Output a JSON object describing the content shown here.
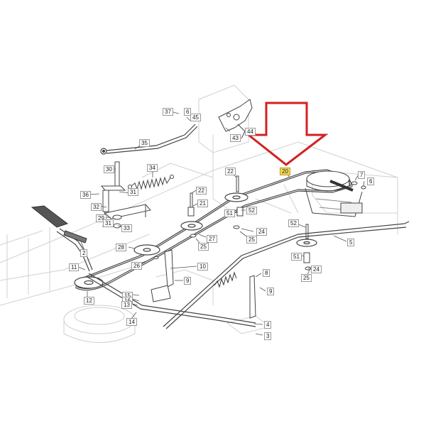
{
  "diagram": {
    "highlight_color": "#f3d95a",
    "arrow_color": "#d42020",
    "arrow_icon": "down-arrow-icon",
    "callouts": [
      {
        "id": "c37",
        "label": "37"
      },
      {
        "id": "c6a",
        "label": "6"
      },
      {
        "id": "c45",
        "label": "45"
      },
      {
        "id": "c35",
        "label": "35"
      },
      {
        "id": "c44",
        "label": "44"
      },
      {
        "id": "c43",
        "label": "43"
      },
      {
        "id": "c30",
        "label": "30"
      },
      {
        "id": "c34",
        "label": "34"
      },
      {
        "id": "c22a",
        "label": "22"
      },
      {
        "id": "c20",
        "label": "20"
      },
      {
        "id": "c7",
        "label": "7"
      },
      {
        "id": "c6b",
        "label": "6"
      },
      {
        "id": "c36",
        "label": "36"
      },
      {
        "id": "c31a",
        "label": "31"
      },
      {
        "id": "c22b",
        "label": "22"
      },
      {
        "id": "c32",
        "label": "32"
      },
      {
        "id": "c21",
        "label": "21"
      },
      {
        "id": "c29",
        "label": "29"
      },
      {
        "id": "c31b",
        "label": "31"
      },
      {
        "id": "c51a",
        "label": "51"
      },
      {
        "id": "c52a",
        "label": "52"
      },
      {
        "id": "c33",
        "label": "33"
      },
      {
        "id": "c24a",
        "label": "24"
      },
      {
        "id": "c52b",
        "label": "52"
      },
      {
        "id": "c28",
        "label": "28"
      },
      {
        "id": "c27",
        "label": "27"
      },
      {
        "id": "c25a",
        "label": "25"
      },
      {
        "id": "c25b",
        "label": "25"
      },
      {
        "id": "c5",
        "label": "5"
      },
      {
        "id": "c2",
        "label": "2"
      },
      {
        "id": "c51b",
        "label": "51"
      },
      {
        "id": "c11",
        "label": "11"
      },
      {
        "id": "c26",
        "label": "26"
      },
      {
        "id": "c10",
        "label": "10"
      },
      {
        "id": "c24b",
        "label": "24"
      },
      {
        "id": "c8",
        "label": "8"
      },
      {
        "id": "c25c",
        "label": "25"
      },
      {
        "id": "c9a",
        "label": "9"
      },
      {
        "id": "c9b",
        "label": "9"
      },
      {
        "id": "c12",
        "label": "12"
      },
      {
        "id": "c15",
        "label": "15"
      },
      {
        "id": "c16",
        "label": "16"
      },
      {
        "id": "c13",
        "label": "13"
      },
      {
        "id": "c14",
        "label": "14"
      },
      {
        "id": "c4",
        "label": "4"
      },
      {
        "id": "c3",
        "label": "3"
      }
    ]
  }
}
